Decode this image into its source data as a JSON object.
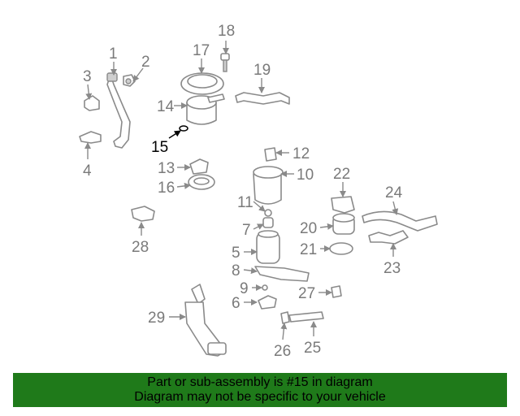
{
  "diagram": {
    "highlighted_part": "15",
    "labels": [
      "1",
      "2",
      "3",
      "4",
      "5",
      "6",
      "7",
      "8",
      "9",
      "10",
      "11",
      "12",
      "13",
      "14",
      "15",
      "16",
      "17",
      "18",
      "19",
      "20",
      "21",
      "22",
      "23",
      "24",
      "25",
      "26",
      "27",
      "28",
      "29"
    ]
  },
  "banner": {
    "line1": "Part or sub-assembly is #15 in diagram",
    "line2": "Diagram may not be specific to your vehicle",
    "color": "#1f7a1a"
  }
}
